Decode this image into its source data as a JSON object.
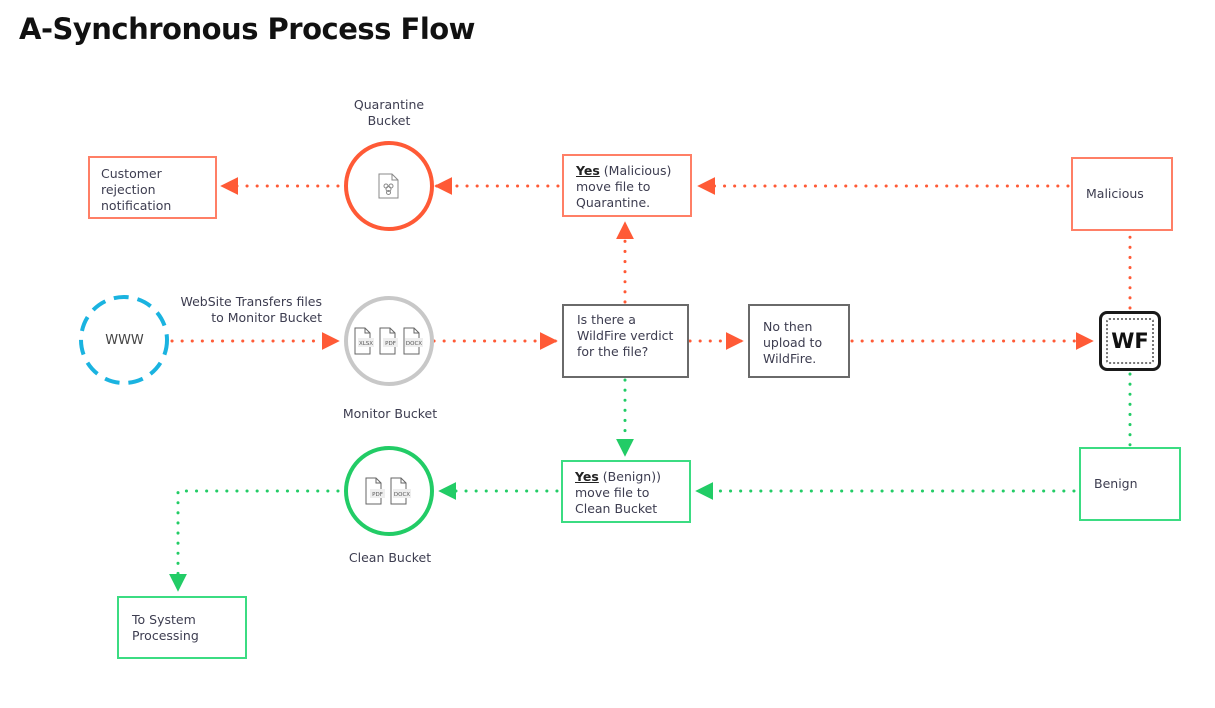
{
  "title": "A-Synchronous Process Flow",
  "colors": {
    "malicious": "#ff5a36",
    "benign": "#22cc66",
    "neutral": "#777777",
    "www": "#1ab3e0"
  },
  "nodes": {
    "www": {
      "label": "WWW",
      "icon": "globe-dashed-circle"
    },
    "transfer_label": {
      "line1": "WebSite Transfers files",
      "line2": "to Monitor Bucket"
    },
    "monitor_bucket": {
      "label": "Monitor Bucket",
      "files": [
        "XLSX",
        "PDF",
        "DOCX"
      ]
    },
    "verdict_check": {
      "text": "Is there a WildFire verdict for the file?"
    },
    "upload": {
      "text": "No then upload to WildFire."
    },
    "wildfire": {
      "label": "WF"
    },
    "malicious": {
      "text": "Malicious"
    },
    "benign": {
      "text": "Benign"
    },
    "move_quarantine": {
      "yes": "Yes",
      "text": " (Malicious) move file to Quarantine."
    },
    "move_clean": {
      "yes": "Yes",
      "text": " (Benign)) move file to Clean Bucket"
    },
    "quarantine_bucket": {
      "line1": "Quarantine",
      "line2": "Bucket",
      "icon": "biohazard-file-icon"
    },
    "clean_bucket": {
      "label": "Clean Bucket",
      "files": [
        "PDF",
        "DOCX"
      ]
    },
    "customer_rejection": {
      "text": "Customer rejection notification"
    },
    "system_processing": {
      "text": "To System Processing"
    }
  }
}
